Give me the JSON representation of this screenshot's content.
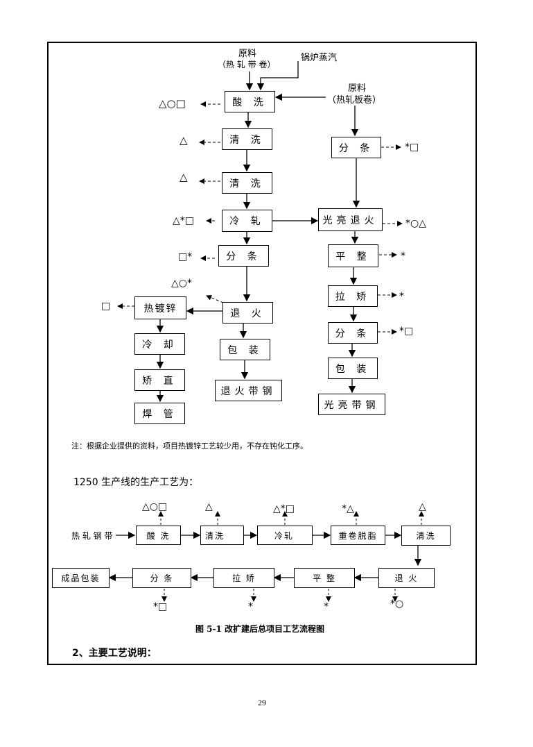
{
  "diagram": {
    "raw1_line1": "原料",
    "raw1_line2": "（热 轧 带 卷）",
    "steam": "锅炉蒸汽",
    "raw2_line1": "原料",
    "raw2_line2": "（热轧板卷）",
    "left": {
      "pickling": "酸 洗",
      "wash1": "清 洗",
      "wash2": "清 洗",
      "cold_roll": "冷 轧",
      "slit": "分 条",
      "anneal": "退 火",
      "pack": "包 装",
      "product": "退火带钢",
      "galv": "热镀锌",
      "cool": "冷 却",
      "straighten": "矫 直",
      "weld": "焊 管"
    },
    "right": {
      "slit": "分 条",
      "bright_anneal": "光亮退火",
      "temper": "平 整",
      "tension": "拉 矫",
      "slit2": "分 条",
      "pack": "包 装",
      "product": "光亮带钢"
    },
    "symbols": {
      "pickling": "△○□",
      "wash1": "△",
      "wash2": "△",
      "cold_roll": "△*□",
      "slit": "□*",
      "anneal": "△○*",
      "galv": "□",
      "right_slit": "*□",
      "bright_anneal": "*○△",
      "temper": "*",
      "tension": "*",
      "slit2": "*□"
    }
  },
  "note": "注：根据企业提供的资料，项目热镀锌工艺较少用，不存在钝化工序。",
  "line1250": {
    "heading": "1250 生产线的生产工艺为：",
    "input": "热 轧 钢 带",
    "row1": [
      "酸  洗",
      "清洗",
      "冷轧",
      "重卷脱脂",
      "清洗"
    ],
    "row2": [
      "成品包装",
      "分    条",
      "拉    矫",
      "平    整",
      "退    火"
    ],
    "sym_top": [
      "△○□",
      "△",
      "△*□",
      "*△",
      "△"
    ],
    "sym_bottom": [
      "*□",
      "*",
      "*",
      "*○"
    ]
  },
  "caption": "图 5-1    改扩建后总项目工艺流程图",
  "section": "2、主要工艺说明：",
  "page_number": "29"
}
